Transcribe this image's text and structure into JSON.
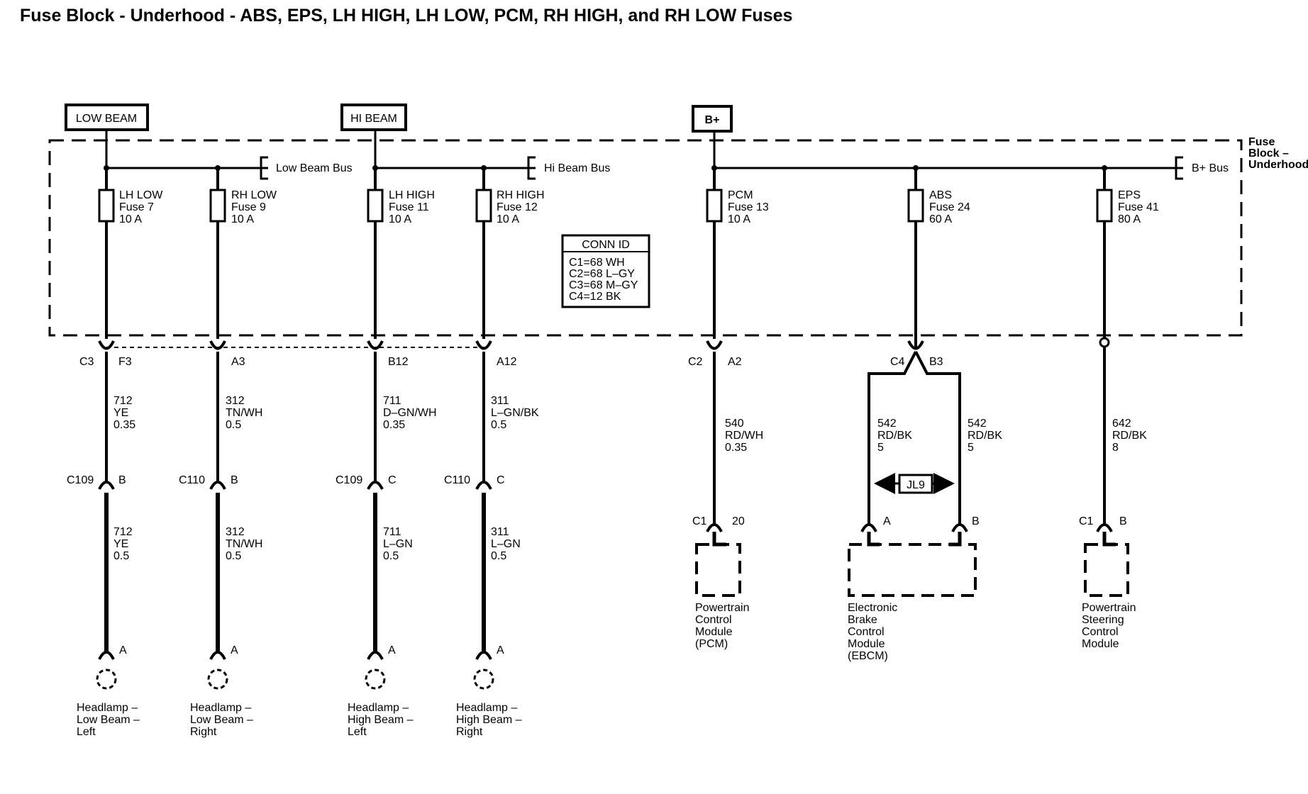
{
  "title": "Fuse Block - Underhood - ABS, EPS, LH HIGH, LH LOW, PCM, RH HIGH, and RH LOW Fuses",
  "sources": [
    {
      "id": "low_beam",
      "label": "LOW BEAM"
    },
    {
      "id": "hi_beam",
      "label": "HI BEAM"
    },
    {
      "id": "bplus",
      "label": "B+"
    }
  ],
  "buses": [
    {
      "id": "low_beam_bus",
      "label": "Low Beam Bus"
    },
    {
      "id": "hi_beam_bus",
      "label": "Hi Beam Bus"
    },
    {
      "id": "bplus_bus",
      "label": "B+ Bus"
    }
  ],
  "fuse_block_label": [
    "Fuse",
    "Block –",
    "Underhood"
  ],
  "conn_id": {
    "header": "CONN ID",
    "rows": [
      "C1=68 WH",
      "C2=68 L–GY",
      "C3=68 M–GY",
      "C4=12 BK"
    ]
  },
  "fuses": [
    {
      "id": "lh_low",
      "name": "LH LOW",
      "fuse": "Fuse 7",
      "rating": "10 A",
      "conn": "C3",
      "pin": "F3",
      "wire_upper": [
        "712",
        "YE",
        "0.35"
      ],
      "inline_conn": "C109",
      "inline_pin": "B",
      "wire_lower": [
        "712",
        "YE",
        "0.5"
      ],
      "load_pin": "A",
      "load": [
        "Headlamp –",
        "Low Beam –",
        "Left"
      ]
    },
    {
      "id": "rh_low",
      "name": "RH LOW",
      "fuse": "Fuse 9",
      "rating": "10 A",
      "conn": "",
      "pin": "A3",
      "wire_upper": [
        "312",
        "TN/WH",
        "0.5"
      ],
      "inline_conn": "C110",
      "inline_pin": "B",
      "wire_lower": [
        "312",
        "TN/WH",
        "0.5"
      ],
      "load_pin": "A",
      "load": [
        "Headlamp –",
        "Low Beam –",
        "Right"
      ]
    },
    {
      "id": "lh_high",
      "name": "LH HIGH",
      "fuse": "Fuse 11",
      "rating": "10 A",
      "conn": "",
      "pin": "B12",
      "wire_upper": [
        "711",
        "D–GN/WH",
        "0.35"
      ],
      "inline_conn": "C109",
      "inline_pin": "C",
      "wire_lower": [
        "711",
        "L–GN",
        "0.5"
      ],
      "load_pin": "A",
      "load": [
        "Headlamp –",
        "High Beam –",
        "Left"
      ]
    },
    {
      "id": "rh_high",
      "name": "RH HIGH",
      "fuse": "Fuse 12",
      "rating": "10 A",
      "conn": "",
      "pin": "A12",
      "wire_upper": [
        "311",
        "L–GN/BK",
        "0.5"
      ],
      "inline_conn": "C110",
      "inline_pin": "C",
      "wire_lower": [
        "311",
        "L–GN",
        "0.5"
      ],
      "load_pin": "A",
      "load": [
        "Headlamp –",
        "High Beam –",
        "Right"
      ]
    },
    {
      "id": "pcm",
      "name": "PCM",
      "fuse": "Fuse 13",
      "rating": "10 A",
      "conn": "C2",
      "pin": "A2",
      "wire": [
        "540",
        "RD/WH",
        "0.35"
      ],
      "module_conn": "C1",
      "module_pin": "20",
      "module": [
        "Powertrain",
        "Control",
        "Module",
        "(PCM)"
      ]
    },
    {
      "id": "abs",
      "name": "ABS",
      "fuse": "Fuse 24",
      "rating": "60 A",
      "conn": "C4",
      "pin": "B3",
      "wire_left": [
        "542",
        "RD/BK",
        "5"
      ],
      "wire_right": [
        "542",
        "RD/BK",
        "5"
      ],
      "jumper": "JL9",
      "module_pin_left": "A",
      "module_pin_right": "B",
      "module": [
        "Electronic",
        "Brake",
        "Control",
        "Module",
        "(EBCM)"
      ]
    },
    {
      "id": "eps",
      "name": "EPS",
      "fuse": "Fuse 41",
      "rating": "80 A",
      "wire": [
        "642",
        "RD/BK",
        "8"
      ],
      "module_conn": "C1",
      "module_pin": "B",
      "module": [
        "Powertrain",
        "Steering",
        "Control",
        "Module"
      ]
    }
  ]
}
